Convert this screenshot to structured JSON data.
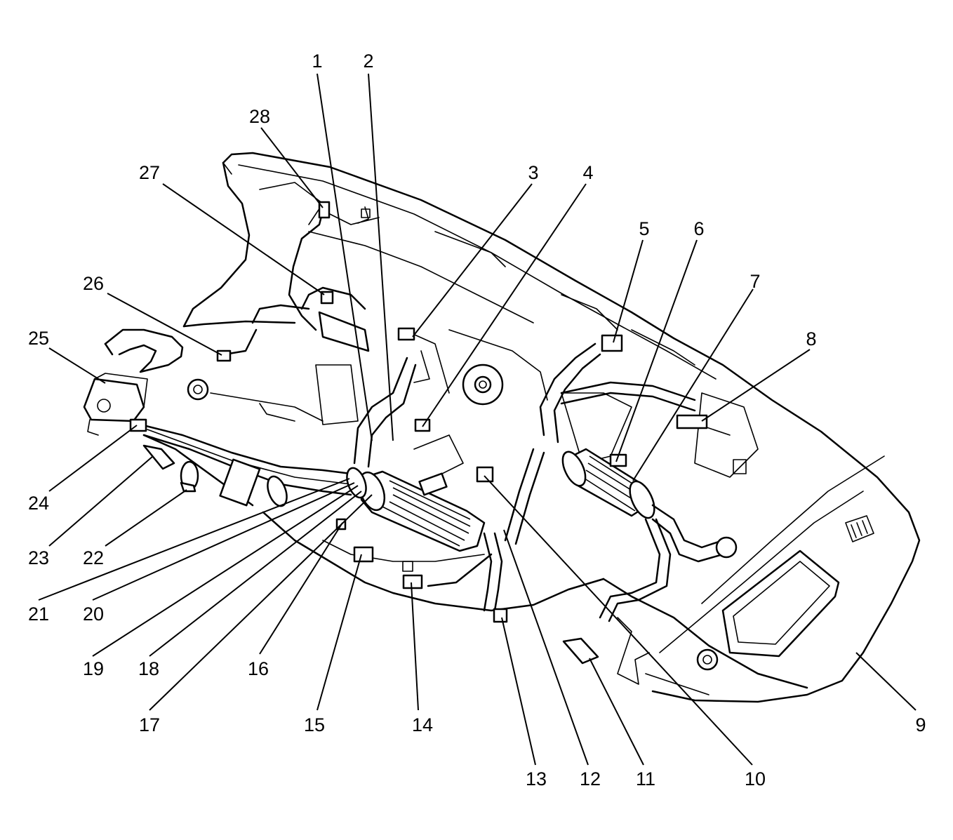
{
  "callouts": [
    {
      "id": "1",
      "label": "1"
    },
    {
      "id": "2",
      "label": "2"
    },
    {
      "id": "3",
      "label": "3"
    },
    {
      "id": "4",
      "label": "4"
    },
    {
      "id": "5",
      "label": "5"
    },
    {
      "id": "6",
      "label": "6"
    },
    {
      "id": "7",
      "label": "7"
    },
    {
      "id": "8",
      "label": "8"
    },
    {
      "id": "9",
      "label": "9"
    },
    {
      "id": "10",
      "label": "10"
    },
    {
      "id": "11",
      "label": "11"
    },
    {
      "id": "12",
      "label": "12"
    },
    {
      "id": "13",
      "label": "13"
    },
    {
      "id": "14",
      "label": "14"
    },
    {
      "id": "15",
      "label": "15"
    },
    {
      "id": "16",
      "label": "16"
    },
    {
      "id": "17",
      "label": "17"
    },
    {
      "id": "18",
      "label": "18"
    },
    {
      "id": "19",
      "label": "19"
    },
    {
      "id": "20",
      "label": "20"
    },
    {
      "id": "21",
      "label": "21"
    },
    {
      "id": "22",
      "label": "22"
    },
    {
      "id": "23",
      "label": "23"
    },
    {
      "id": "24",
      "label": "24"
    },
    {
      "id": "25",
      "label": "25"
    },
    {
      "id": "26",
      "label": "26"
    },
    {
      "id": "27",
      "label": "27"
    },
    {
      "id": "28",
      "label": "28"
    }
  ],
  "colors": {
    "ink": "#000000",
    "paper": "#ffffff"
  }
}
